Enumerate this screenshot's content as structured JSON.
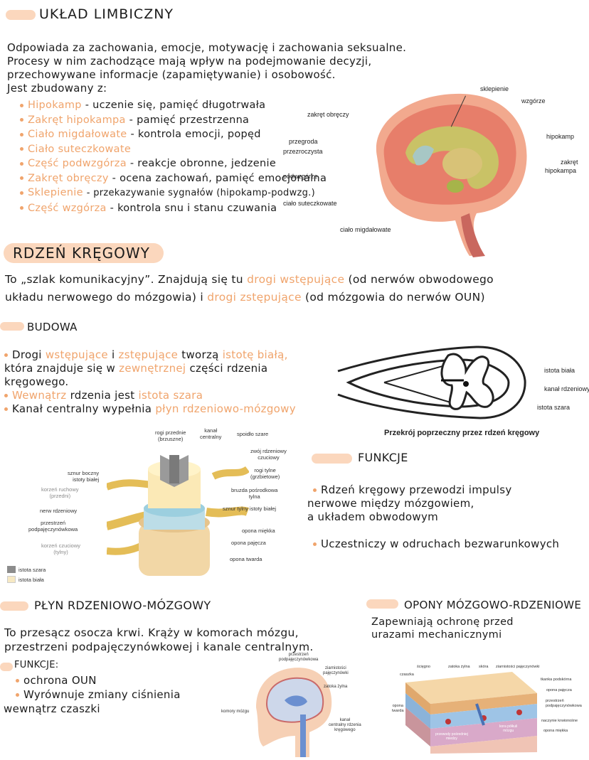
{
  "limbic": {
    "title": "UKŁAD LIMBICZNY",
    "desc": [
      "Odpowiada za zachowania, emocje, motywację i zachowania seksualne.",
      "Procesy w nim zachodzące mają wpływ na podejmowanie decyzji,",
      "przechowywane informacje (zapamiętywanie) i osobowość.",
      "Jest zbudowany z:"
    ],
    "items": [
      {
        "term": "Hipokamp",
        "desc": "- uczenie się, pamięć długotrwała"
      },
      {
        "term": "Zakręt hipokampa",
        "desc": "- pamięć przestrzenna"
      },
      {
        "term": "Ciało migdałowate",
        "desc": "- kontrola emocji, popęd"
      },
      {
        "term": "Ciało suteczkowate",
        "desc": ""
      },
      {
        "term": "Część podwzgórza",
        "desc": "- reakcje obronne, jedzenie"
      },
      {
        "term": "Zakręt obręczy",
        "desc": "- ocena zachowań, pamięć emocjonalna"
      },
      {
        "term": "Sklepienie",
        "desc": "- przekazywanie sygnałów (hipokamp-podwzg.)"
      },
      {
        "term": "Część wzgórza",
        "desc": "- kontrola snu i stanu czuwania"
      }
    ],
    "figure_labels": {
      "sklepienie": "sklepienie",
      "wzgorze": "wzgórze",
      "zakret_obreczy": "zakręt obręczy",
      "przegroda": "przegroda",
      "przezroczysta": "przezroczysta",
      "hipokamp": "hipokamp",
      "zakret": "zakręt",
      "hipokampa": "hipokampa",
      "podwzgorze": "podwzgórze",
      "cialo_suteczkowate": "ciało suteczkowate",
      "cialo_migdalowate": "ciało migdałowate"
    }
  },
  "spinal": {
    "title": "RDZEŃ KRĘGOWY",
    "intro_1a": "To „szlak komunikacyjny”. Znajdują się tu",
    "intro_1b": "drogi wstępujące",
    "intro_1c": "(od nerwów obwodowego",
    "intro_2a": "układu nerwowego do mózgowia) i",
    "intro_2b": "drogi zstępujące",
    "intro_2c": "(od mózgowia do nerwów OUN)",
    "budowa_title": "BUDOWA",
    "b1_a": "Drogi",
    "b1_b": "wstępujące",
    "b1_c": "i",
    "b1_d": "zstępujące",
    "b1_e": "tworzą",
    "b1_f": "istotę białą,",
    "b2_a": "która znajduje się w",
    "b2_b": "zewnętrznej",
    "b2_c": "części rdzenia",
    "b3": "kręgowego.",
    "b4_a": "Wewnątrz",
    "b4_b": "rdzenia jest",
    "b4_c": "istota szara",
    "b5_a": "Kanał centralny wypełnia",
    "b5_b": "płyn rdzeniowo-mózgowy",
    "cross_labels": {
      "white": "istota biała",
      "canal": "kanał rdzeniowy",
      "grey": "istota szara",
      "caption": "Przekrój poprzeczny przez rdzeń kręgowy"
    },
    "three_d_labels": {
      "rogi_przednie": "rogi przednie",
      "brzuszne": "(brzuszne)",
      "kanal": "kanał",
      "centralny": "centralny",
      "spoidlo": "spoidło szare",
      "zwoj1": "zwój rdzeniowy",
      "zwoj2": "czuciowy",
      "rogi_tylne": "rogi tylne",
      "grzbietowe": "(grzbietowe)",
      "sznur_boczny1": "sznur boczny",
      "sznur_boczny2": "istoty białej",
      "korzen_ruchowy1": "korzeń ruchowy",
      "korzen_ruchowy2": "(przedni)",
      "bruzda1": "bruzda pośrodkowa",
      "bruzda2": "tylna",
      "sznur_tylny": "sznur tylny istoty białej",
      "nerw": "nerw rdzeniowy",
      "przestrzen1": "przestrzeń",
      "przestrzen2": "podpajęczynówkowa",
      "opona_miekka": "opona miękka",
      "opona_pajecza": "opona pajęcza",
      "korzen_czuciowy1": "korzeń czuciowy",
      "korzen_czuciowy2": "(tylny)",
      "opona_twarda": "opona twarda",
      "legend_grey": "istota szara",
      "legend_white": "istota biała"
    },
    "funkcje_title": "FUNKCJE",
    "f1_1": "Rdzeń kręgowy przewodzi impulsy",
    "f1_2": "nerwowe między mózgowiem,",
    "f1_3": "a układem obwodowym",
    "f2": "Uczestniczy w odruchach bezwarunkowych"
  },
  "csf": {
    "title": "PŁYN RDZENIOWO-MÓZGOWY",
    "desc_1": "To przesącz osocza krwi. Krąży w komorach mózgu,",
    "desc_2": "przestrzeni podpajęczynówkowej i kanale centralnym.",
    "funkcje": "FUNKCJE:",
    "items": [
      "ochrona OUN",
      "Wyrównuje zmiany ciśnienia"
    ],
    "items_cont": "wewnątrz czaszki",
    "fig": {
      "przestrzen": "przestrzeń",
      "podpaj": "podpajęczynówkowa",
      "ziarnistosci": "ziarnistości",
      "pajeczyn": "pajęczynówki",
      "zatoka": "zatoka żylna",
      "komory": "komory mózgu",
      "kanal": "kanał",
      "centr": "centralny rdzenia",
      "kreg": "kręgowego"
    }
  },
  "meninges": {
    "title": "OPONY MÓZGOWO-RDZENIOWE",
    "desc_1": "Zapewniają ochronę przed",
    "desc_2": "urazami mechanicznymi",
    "fig": {
      "sciegno": "ścięgno",
      "czaszka": "czaszka",
      "zatoka": "zatoka żylna",
      "skora": "skóra",
      "ziarnistosci": "ziarnistości pajęczynówki",
      "tkanka": "tkanka podskórna",
      "opona_pajecza": "opona pajęcza",
      "opona": "opona",
      "twarda": "twarda",
      "przestrzen": "przestrzeń",
      "podpaj": "podpajęczynówkowa",
      "naczynie": "naczynie krwionośne",
      "opona_miekka": "opona miękka",
      "przewody1": "przewody pośredniej",
      "przewody2": "miedzy",
      "kora1": "kora półkuli",
      "kora2": "mózgu"
    }
  }
}
